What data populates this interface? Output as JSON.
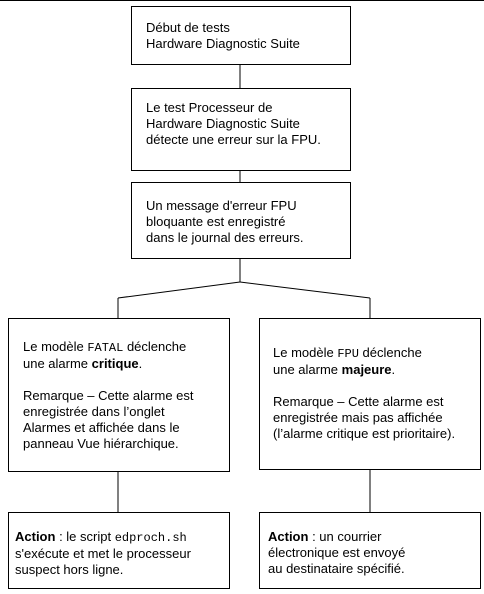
{
  "boxes": {
    "start": {
      "line1": "Début de tests",
      "line2": "Hardware Diagnostic Suite"
    },
    "test": {
      "line1": "Le test Processeur de",
      "line2": "Hardware Diagnostic Suite",
      "line3": "détecte une erreur sur la FPU."
    },
    "message": {
      "line1": "Un message d'erreur FPU",
      "line2": "bloquante est enregistré",
      "line3": "dans le journal des erreurs."
    },
    "fatal": {
      "l1_pre": "Le modèle ",
      "l1_code": "FATAL",
      "l1_post": " déclenche",
      "l2_pre": "une alarme ",
      "l2_bold": "critique",
      "l2_post": ".",
      "r1": "Remarque – Cette alarme est",
      "r2": "enregistrée dans l’onglet",
      "r3": "Alarmes et affichée dans le",
      "r4": "panneau Vue hiérarchique."
    },
    "fpu": {
      "l1_pre": "Le modèle ",
      "l1_code": "FPU",
      "l1_post": " déclenche",
      "l2_pre": "une alarme ",
      "l2_bold": "majeure",
      "l2_post": ".",
      "r1": "Remarque – Cette alarme est",
      "r2": "enregistrée mais pas affichée",
      "r3": "(l’alarme critique est prioritaire)."
    },
    "action_left": {
      "bold": "Action",
      "l1_mid": " : le script ",
      "code": "edproch.sh",
      "l2": "s'exécute et met le processeur",
      "l3": "suspect hors ligne."
    },
    "action_right": {
      "bold": "Action",
      "l1_post": " : un courrier",
      "l2": "électronique est envoyé",
      "l3": "au destinataire spécifié."
    }
  }
}
